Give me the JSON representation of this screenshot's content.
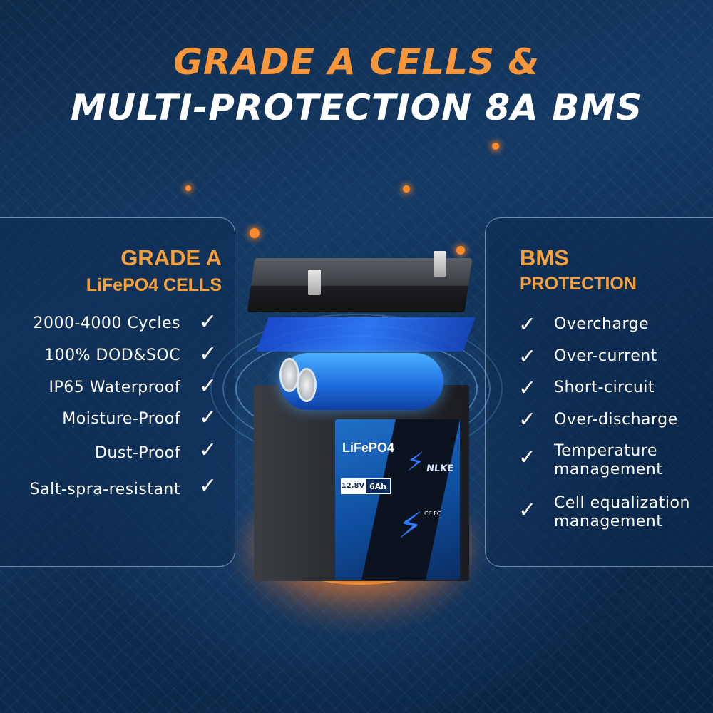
{
  "headline": {
    "line1": "GRADE A CELLS &",
    "line2": "MULTI-PROTECTION 8A BMS"
  },
  "left_panel": {
    "title": "GRADE A",
    "subtitle": "LiFePO4 CELLS",
    "items": [
      {
        "label": "2000-4000 Cycles",
        "icon": "check-icon"
      },
      {
        "label": "100% DOD&SOC",
        "icon": "check-icon"
      },
      {
        "label": "IP65 Waterproof",
        "icon": "check-icon"
      },
      {
        "label": "Moisture-Proof",
        "icon": "check-icon"
      },
      {
        "label": "Dust-Proof",
        "icon": "check-icon"
      },
      {
        "label": "Salt-spra-resistant",
        "icon": "check-icon"
      }
    ]
  },
  "right_panel": {
    "title": "BMS",
    "subtitle": "PROTECTION",
    "items": [
      {
        "label": "Overcharge",
        "icon": "check-icon"
      },
      {
        "label": "Over-current",
        "icon": "check-icon"
      },
      {
        "label": "Short-circuit",
        "icon": "check-icon"
      },
      {
        "label": "Over-discharge",
        "icon": "check-icon"
      },
      {
        "label": "Temperature management",
        "icon": "check-icon"
      },
      {
        "label": "Cell equalization management",
        "icon": "check-icon"
      }
    ]
  },
  "battery_label": {
    "chemistry": "LiFePO4",
    "voltage": "12.8V",
    "capacity": "6Ah",
    "brand": "NLKE",
    "certifications": "CE FC"
  },
  "icons": {
    "check": "✓",
    "bolt": "⚡"
  },
  "colors": {
    "accent_orange": "#f7963a",
    "title_white": "#ffffff",
    "background_blue": "#143a64",
    "panel_border": "#bed7f0"
  }
}
